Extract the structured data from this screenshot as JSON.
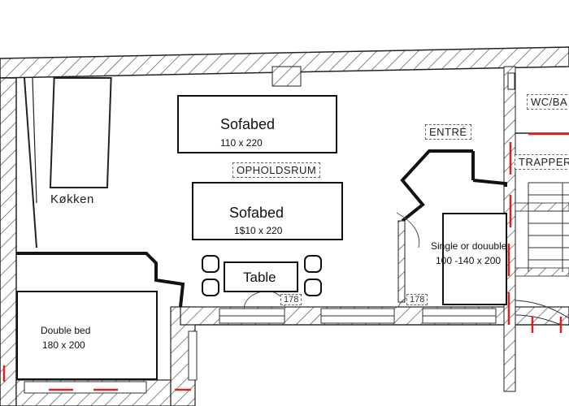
{
  "rooms": {
    "kitchen": "Køkken",
    "living": "OPHOLDSRUM",
    "entry": "ENTRÉ",
    "wc": "WC/BA",
    "stairs": "TRAPPER"
  },
  "furniture": {
    "sofabed1": {
      "title": "Sofabed",
      "size": "110 x 220"
    },
    "sofabed2": {
      "title": "Sofabed",
      "size": "1$10 x 220"
    },
    "table": {
      "title": "Table"
    },
    "double_bed": {
      "title": "Double bed",
      "size": "180 x 200"
    },
    "single_bed": {
      "title": "Single or douuble",
      "size": "100 -140 x 200"
    }
  },
  "door_marks": {
    "left": "178",
    "right": "178"
  },
  "colors": {
    "wall": "#111111",
    "hatch": "#555555",
    "marker": "#e02020"
  }
}
